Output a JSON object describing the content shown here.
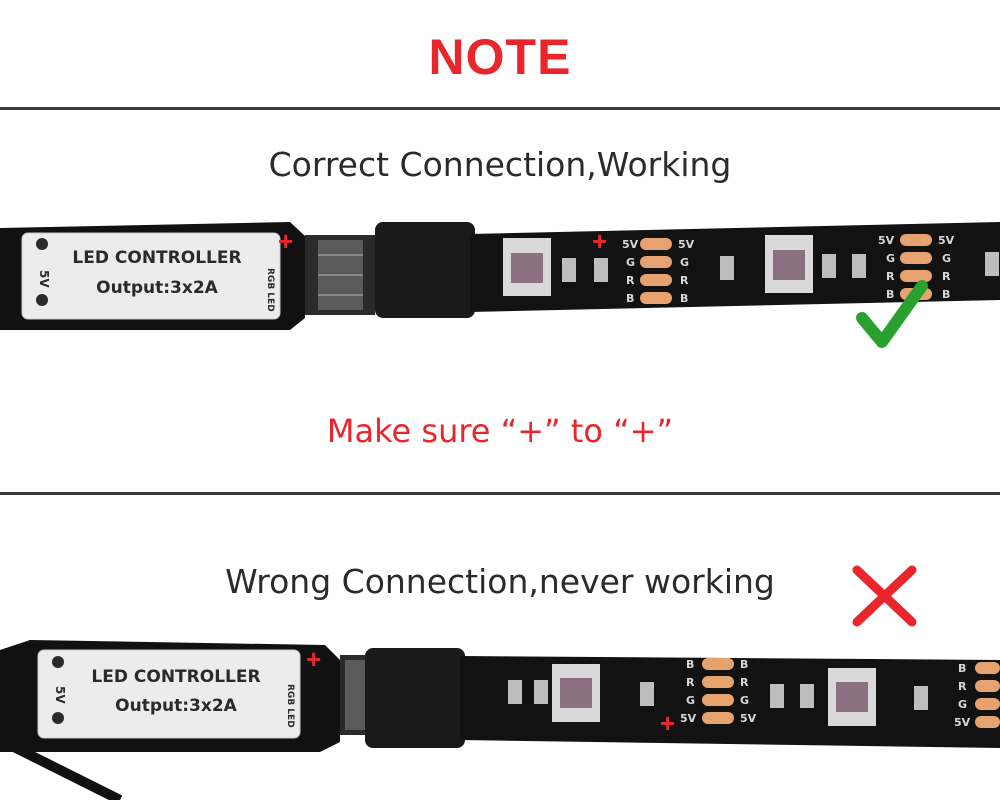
{
  "note_title": "NOTE",
  "correct": {
    "caption": "Correct Connection,Working",
    "controller_label": "LED CONTROLLER",
    "controller_output": "Output:3x2A",
    "controller_side_label": "RGB LED",
    "controller_voltage": "5V",
    "plus_marker": "+",
    "pads": [
      "5V",
      "G",
      "R",
      "B"
    ],
    "hint": "Make sure “+” to “+”",
    "status_icon": "checkmark-icon",
    "status_color": "#2aa12f"
  },
  "wrong": {
    "caption": "Wrong Connection,never working",
    "controller_label": "LED CONTROLLER",
    "controller_output": "Output:3x2A",
    "controller_side_label": "RGB LED",
    "controller_voltage": "5V",
    "plus_marker": "+",
    "pads": [
      "B",
      "R",
      "G",
      "5V"
    ],
    "status_icon": "cross-icon",
    "status_color": "#e8262c"
  }
}
